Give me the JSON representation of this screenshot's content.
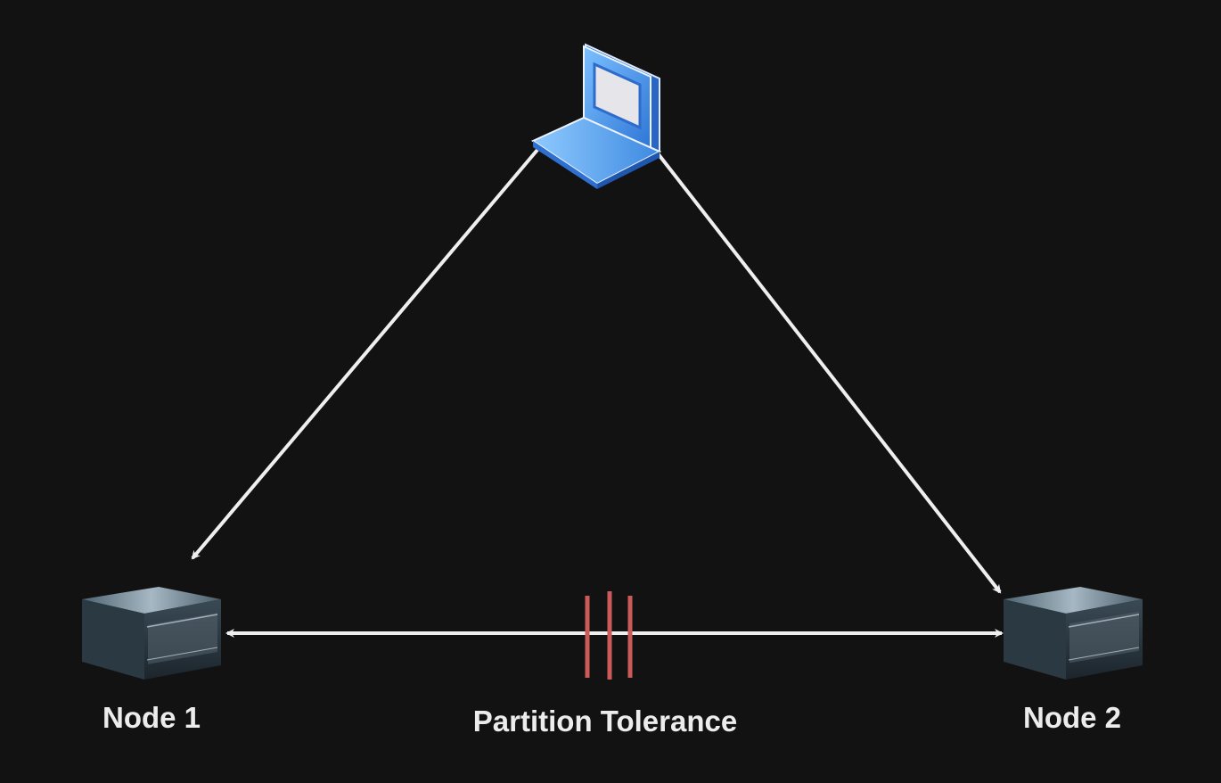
{
  "diagram": {
    "client": {
      "icon": "laptop-icon"
    },
    "nodes": [
      {
        "label": "Node 1",
        "icon": "server-icon"
      },
      {
        "label": "Node 2",
        "icon": "server-icon"
      }
    ],
    "partition": {
      "label": "Partition Tolerance",
      "marker": "partition-break-marker",
      "marker_color": "#cc5a5a"
    },
    "colors": {
      "background": "#121212",
      "arrows": "#efefef",
      "text": "#ececec",
      "laptop": "#5aa8f0"
    }
  }
}
